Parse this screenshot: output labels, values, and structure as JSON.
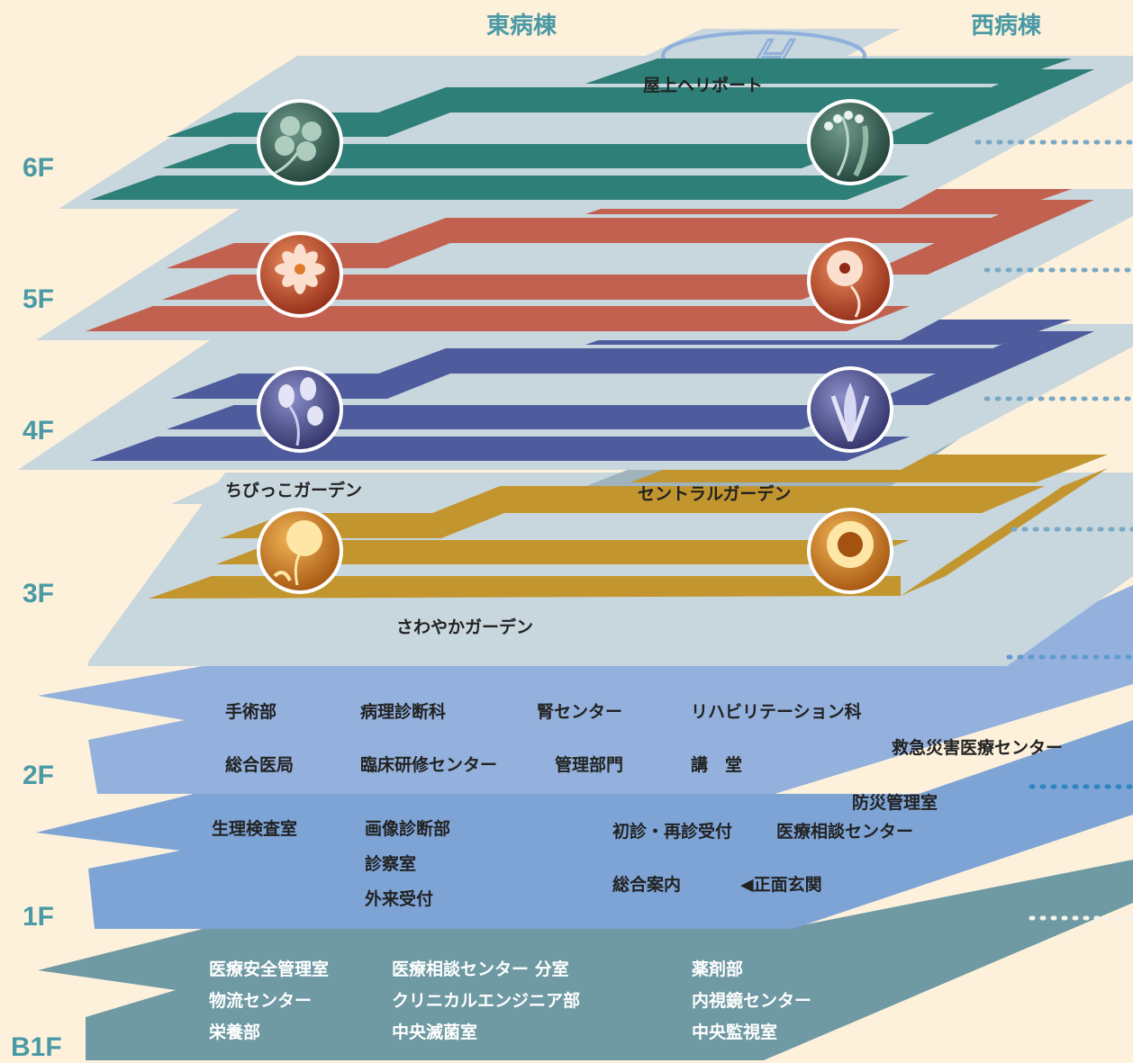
{
  "wings": {
    "east": "東病棟",
    "west": "西病棟"
  },
  "floors": {
    "f6": "6F",
    "f5": "5F",
    "f4": "4F",
    "f3": "3F",
    "f2": "2F",
    "f1": "1F",
    "b1": "B1F"
  },
  "rooftop": {
    "heliport": "屋上ヘリポート"
  },
  "gardens": {
    "kids": "ちびっこガーデン",
    "central": "セントラルガーデン",
    "sawayaka": "さわやかガーデン"
  },
  "floor_2f": {
    "row1": [
      "手術部",
      "病理診断科",
      "腎センター",
      "リハビリテーション科"
    ],
    "row2": [
      "総合医局",
      "臨床研修センター",
      "管理部門",
      "講　堂"
    ],
    "emergency": "救急災害医療センター"
  },
  "floor_1f": {
    "physio": "生理検査室",
    "imaging": "画像診断部",
    "exam": "診察室",
    "outpatient": "外来受付",
    "reception": "初診・再診受付",
    "info": "総合案内",
    "disaster": "防災管理室",
    "consult": "医療相談センター",
    "entrance": "◀正面玄関"
  },
  "floor_b1": {
    "col1": [
      "医療安全管理室",
      "物流センター",
      "栄養部"
    ],
    "col2": [
      "医療相談センター 分室",
      "クリニカルエンジニア部",
      "中央滅菌室"
    ],
    "col3": [
      "薬剤部",
      "内視鏡センター",
      "中央監視室"
    ]
  },
  "flower_icons": {
    "f6": [
      "four-leaf-flower-icon",
      "lily-of-the-valley-icon"
    ],
    "f5": [
      "cosmos-icon",
      "poppy-icon"
    ],
    "f4": [
      "violet-icon",
      "iris-icon"
    ],
    "f3": [
      "dandelion-icon",
      "sunflower-icon"
    ]
  },
  "colors": {
    "background": "#fdf1dc",
    "slab": "#c8d6dd",
    "f6": "#2e7f77",
    "f5": "#c2614f",
    "f4": "#4e5c9e",
    "f3": "#c2952e",
    "f2": "#93b1dc",
    "f1": "#7ea4d6",
    "b1": "#6f9aa3",
    "floor_label": "#4a9aa6"
  }
}
